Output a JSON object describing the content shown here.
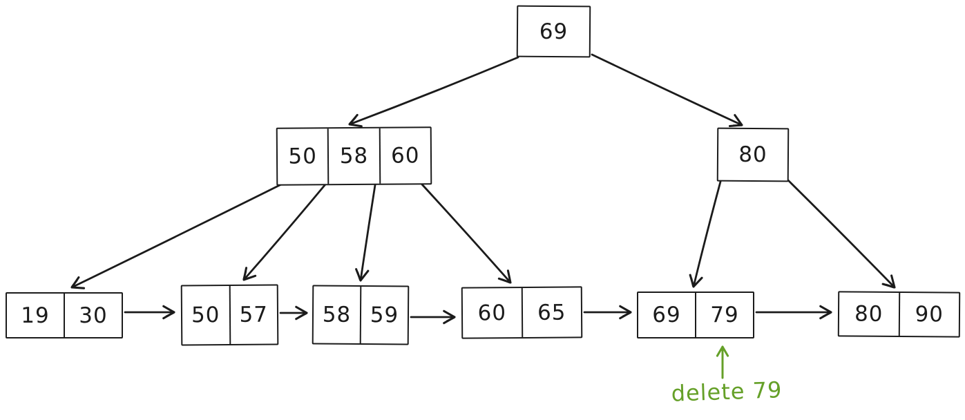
{
  "colors": {
    "ink": "#1b1b1b",
    "accent": "#65a028",
    "background": "#ffffff"
  },
  "tree": {
    "root": {
      "keys": [
        "69"
      ]
    },
    "internal": [
      {
        "keys": [
          "50",
          "58",
          "60"
        ]
      },
      {
        "keys": [
          "80"
        ]
      }
    ],
    "leaves": [
      {
        "keys": [
          "19",
          "30"
        ]
      },
      {
        "keys": [
          "50",
          "57"
        ]
      },
      {
        "keys": [
          "58",
          "59"
        ]
      },
      {
        "keys": [
          "60",
          "65"
        ]
      },
      {
        "keys": [
          "69",
          "79"
        ]
      },
      {
        "keys": [
          "80",
          "90"
        ]
      }
    ]
  },
  "annotation": {
    "label": "delete 79"
  }
}
